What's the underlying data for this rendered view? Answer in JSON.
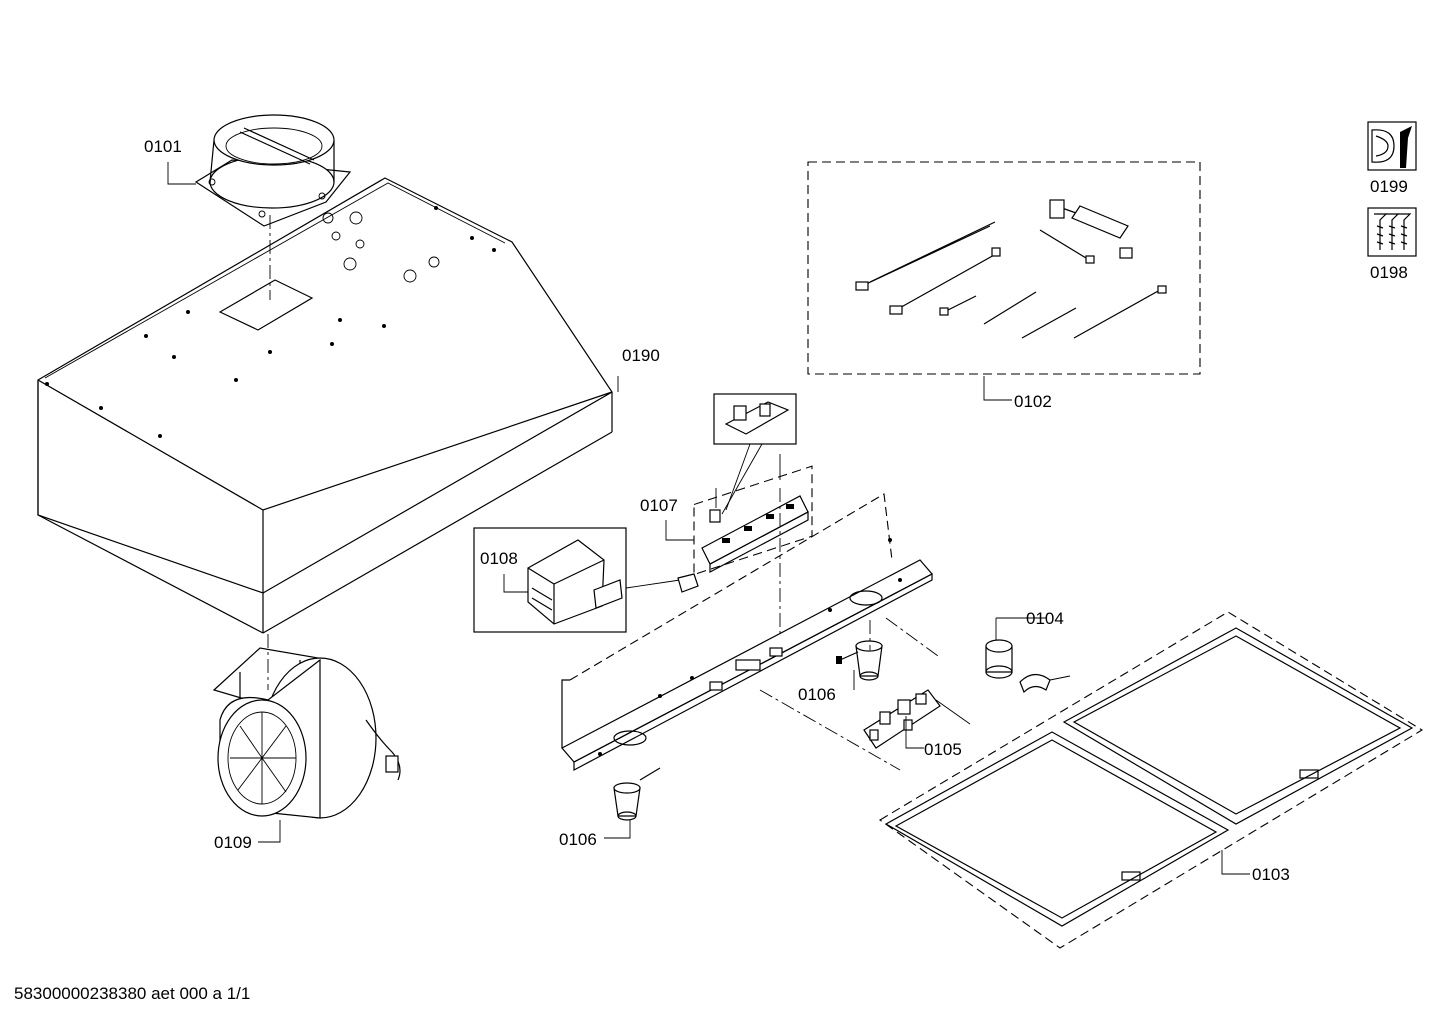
{
  "labels": {
    "p0101": "0101",
    "p0102": "0102",
    "p0103": "0103",
    "p0104": "0104",
    "p0105": "0105",
    "p0106a": "0106",
    "p0106b": "0106",
    "p0107": "0107",
    "p0108": "0108",
    "p0109": "0109",
    "p0190": "0190",
    "p0198": "0198",
    "p0199": "0199"
  },
  "footer": {
    "doc_id": "58300000238380 aet 000 a 1/1"
  }
}
